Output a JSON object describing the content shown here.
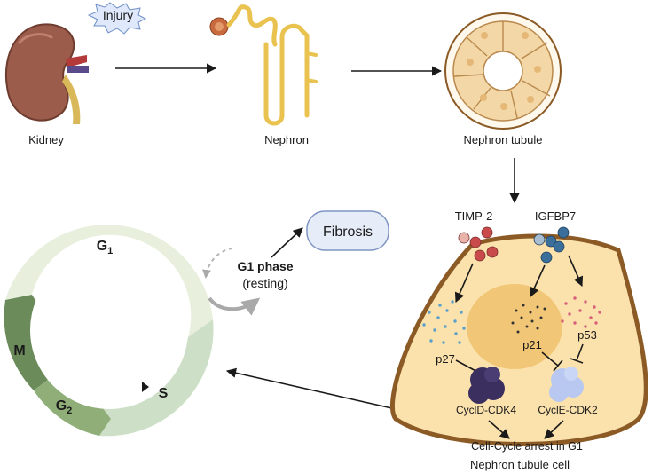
{
  "organ": {
    "injury_label": "Injury",
    "kidney_label": "Kidney",
    "nephron_label": "Nephron",
    "tubule_label": "Nephron tubule"
  },
  "cell_cycle": {
    "g1_label": "G",
    "g1_sub": "1",
    "g2_label": "G",
    "g2_sub": "2",
    "m_label": "M",
    "s_label": "S",
    "resting_title": "G1 phase",
    "resting_sub": "(resting)",
    "fibrosis_label": "Fibrosis"
  },
  "cell": {
    "timp2_label": "TIMP-2",
    "igfbp7_label": "IGFBP7",
    "p27_label": "p27",
    "p21_label": "p21",
    "p53_label": "p53",
    "cycd_label": "CyclD-CDK4",
    "cyce_label": "CyclE-CDK2",
    "arrest_label": "Cell-Cycle arrest in G1",
    "cell_label": "Nephron tubule cell"
  },
  "colors": {
    "g1": "#e8f0dd",
    "s": "#cddfc7",
    "m": "#6b8c5a",
    "g2": "#8fae78",
    "cell_fill": "#fbe2ad",
    "cell_border": "#8b5a25",
    "nucleus": "#f1c676",
    "timp2_bead": "#c94a4a",
    "igfbp7_bead": "#3a6f9c",
    "p27_dot": "#5aa0c8",
    "p21_dot": "#333333",
    "p53_dot": "#d8607a",
    "cycd": "#3b2f5f",
    "cyce": "#b9c8f0"
  }
}
